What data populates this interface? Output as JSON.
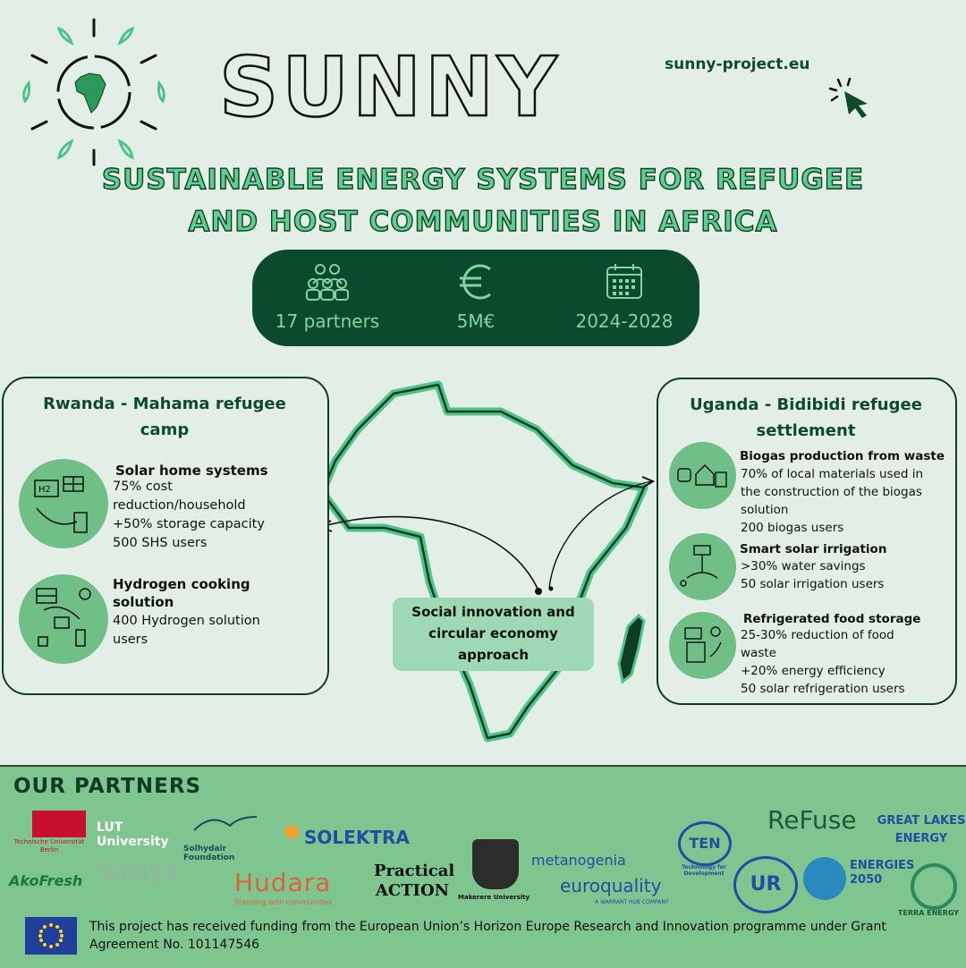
{
  "brand": {
    "name": "SUNNY",
    "website": "sunny-project.eu"
  },
  "tagline": {
    "line1": "SUSTAINABLE ENERGY SYSTEMS FOR REFUGEE",
    "line2": "AND HOST COMMUNITIES IN AFRICA"
  },
  "stats": {
    "partners": "17 partners",
    "budget": "5M€",
    "period": "2024-2028"
  },
  "rwanda": {
    "title": "Rwanda - Mahama refugee\ncamp",
    "items": [
      {
        "title": "Solar home systems",
        "text": "75% cost\nreduction/household\n+50% storage capacity\n500 SHS users"
      },
      {
        "title": "Hydrogen cooking\nsolution",
        "text": "400 Hydrogen solution\nusers"
      }
    ]
  },
  "uganda": {
    "title": "Uganda - Bidibidi refugee\nsettlement",
    "items": [
      {
        "title": "Biogas production from waste",
        "text": "70% of local materials used in\nthe construction of the biogas\nsolution\n200 biogas users"
      },
      {
        "title": "Smart solar irrigation",
        "text": ">30% water savings\n50 solar irrigation users"
      },
      {
        "title": "Refrigerated food storage",
        "text": "25-30% reduction of food\nwaste\n+20% energy efficiency\n50 solar refrigeration users"
      }
    ]
  },
  "center_label": "Social innovation and\ncircular economy\napproach",
  "partners": {
    "title": "OUR PARTNERS",
    "logos": [
      "Technische Universität Berlin",
      "LUT University",
      "Solhydair Foundation",
      "SOLEKTRA",
      "AkoFresh",
      "Solhyd",
      "Hudara",
      "Standing with communities",
      "Practical ACTION",
      "Makerere University",
      "metanogenia",
      "euroquality",
      "A WARRANT HUB COMPANY",
      "TEN",
      "Technology for Development",
      "ReFuse",
      "GREAT LAKES ENERGY",
      "UR",
      "ENERGIES 2050",
      "TERRA ENERGY"
    ]
  },
  "funding": "This project has received funding from the European Union’s Horizon Europe Research and Innovation programme under Grant Agreement No. 101147546",
  "colors": {
    "dark_green": "#0b4a2c",
    "accent_green": "#5fcf8f",
    "light_bg": "#e3efe6",
    "band_green": "#7ec58f"
  }
}
